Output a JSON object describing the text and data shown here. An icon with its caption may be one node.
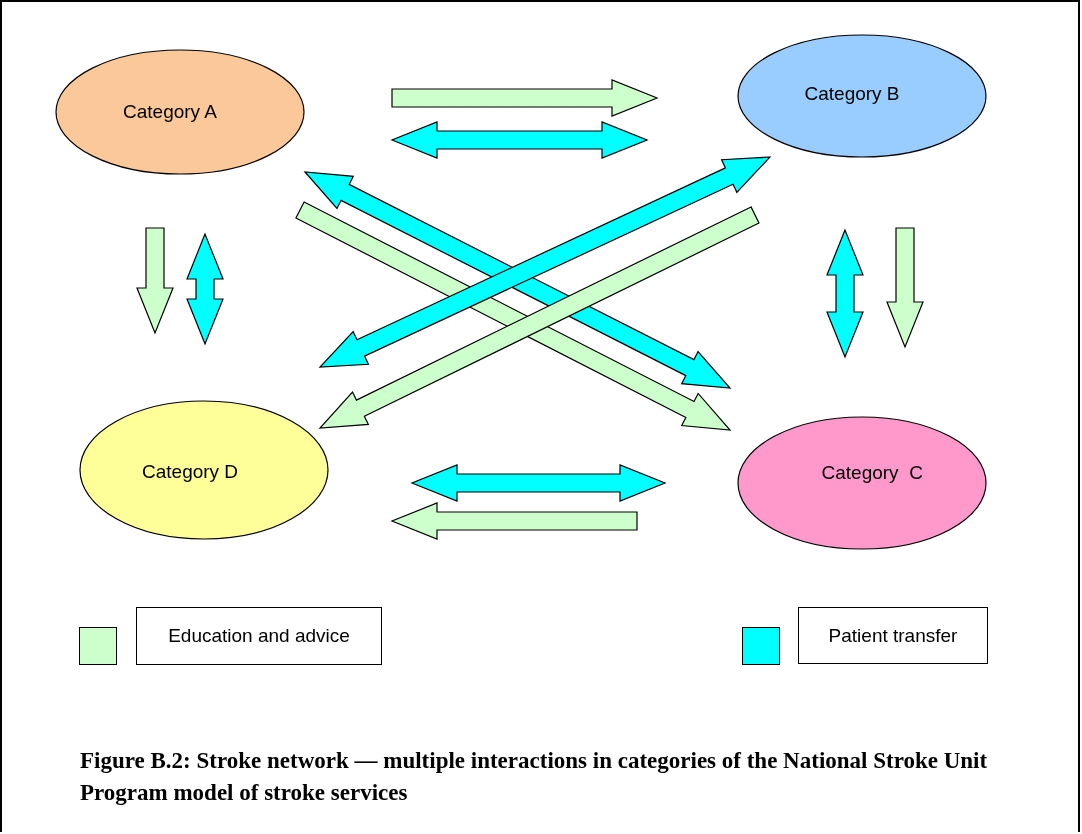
{
  "diagram": {
    "caption": "Figure B.2: Stroke network — multiple interactions in categories of the National Stroke Unit Program model of stroke services",
    "nodes": [
      {
        "text": [
          "Category A"
        ]
      },
      {
        "text": [
          "Category B"
        ]
      },
      {
        "text": [
          "Category D"
        ]
      },
      {
        "text": [
          "Category  C"
        ]
      }
    ],
    "edges": [
      {
        "from": 0,
        "to": 1,
        "arrow": "to",
        "color": "#ccffcc"
      },
      {
        "from": 0,
        "to": 1,
        "arrow": "both",
        "color": "#00ffff"
      },
      {
        "from": 0,
        "to": 2,
        "arrow": "to",
        "color": "#ccffcc"
      },
      {
        "from": 0,
        "to": 2,
        "arrow": "both",
        "color": "#00ffff"
      },
      {
        "from": 1,
        "to": 3,
        "arrow": "both",
        "color": "#00ffff"
      },
      {
        "from": 1,
        "to": 3,
        "arrow": "to",
        "color": "#ccffcc"
      },
      {
        "from": 2,
        "to": 3,
        "arrow": "both",
        "color": "#00ffff"
      },
      {
        "from": 3,
        "to": 2,
        "arrow": "to",
        "color": "#ccffcc"
      },
      {
        "from": 0,
        "to": 3,
        "arrow": "both",
        "color": "#00ffff"
      },
      {
        "from": 0,
        "to": 3,
        "arrow": "to",
        "color": "#ccffcc"
      },
      {
        "from": 1,
        "to": 2,
        "arrow": "both",
        "color": "#00ffff"
      },
      {
        "from": 1,
        "to": 2,
        "arrow": "to",
        "color": "#ccffcc"
      }
    ],
    "legend": [
      {
        "text": "Education and advice",
        "color": "#ccffcc"
      },
      {
        "text": "Patient transfer",
        "color": "#00ffff"
      }
    ]
  }
}
